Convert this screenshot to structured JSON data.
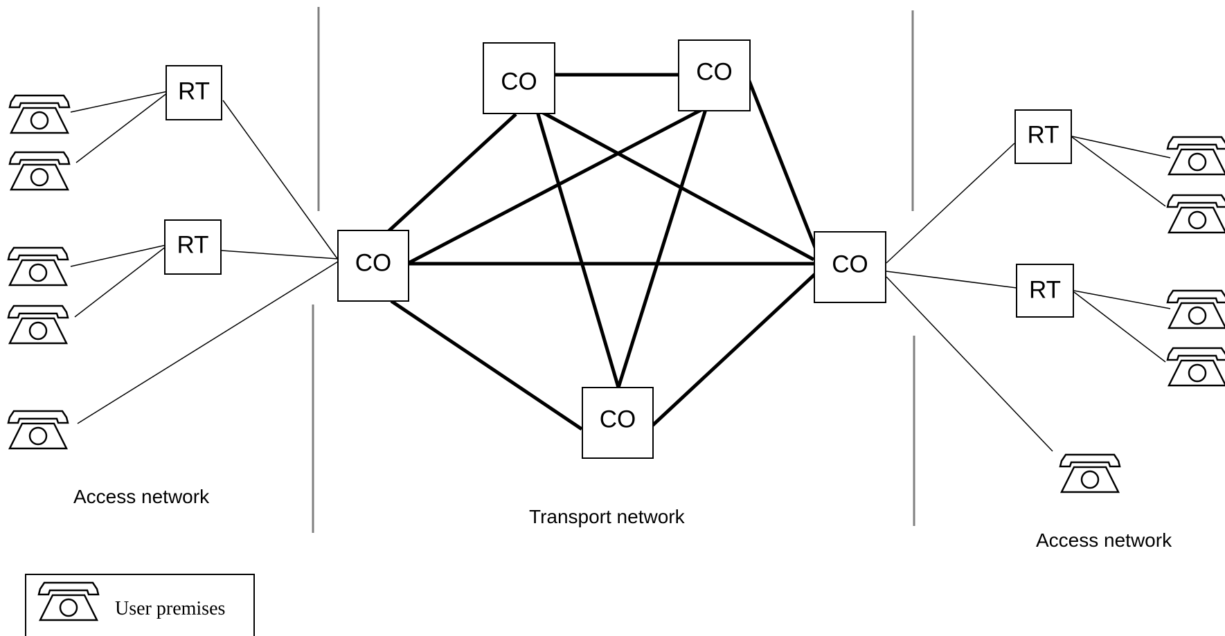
{
  "regions": {
    "left_access": "Access network",
    "transport": "Transport network",
    "right_access": "Access network"
  },
  "nodes": {
    "co_top_left": "CO",
    "co_top_right": "CO",
    "co_left": "CO",
    "co_right": "CO",
    "co_bottom": "CO",
    "rt_left_top": "RT",
    "rt_left_mid": "RT",
    "rt_right_top": "RT",
    "rt_right_mid": "RT"
  },
  "legend": {
    "icon": "telephone-icon",
    "label": "User premises"
  },
  "colors": {
    "line": "#000000",
    "divider": "#808080",
    "background": "#ffffff"
  }
}
